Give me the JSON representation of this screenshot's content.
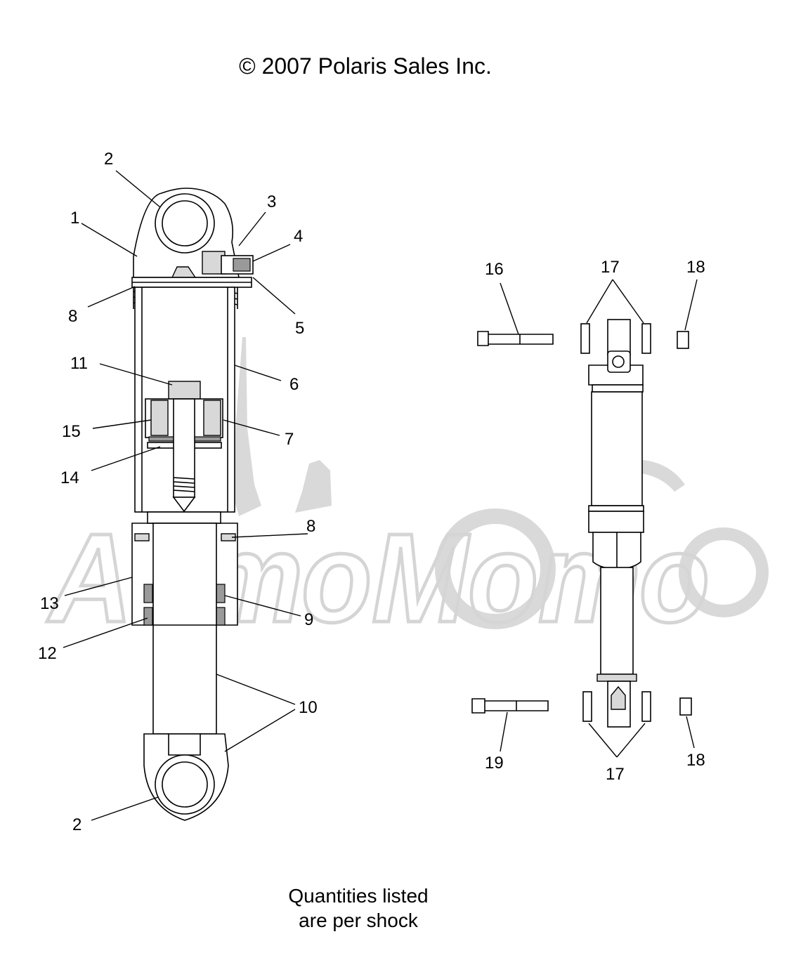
{
  "copyright": "© 2007 Polaris Sales Inc.",
  "note_line1": "Quantities listed",
  "note_line2": "are per shock",
  "watermark_text": "AвтоМото",
  "callouts": {
    "c1": "1",
    "c2a": "2",
    "c2b": "2",
    "c3": "3",
    "c4": "4",
    "c5": "5",
    "c6": "6",
    "c7": "7",
    "c8a": "8",
    "c8b": "8",
    "c9": "9",
    "c10": "10",
    "c11": "11",
    "c12": "12",
    "c13": "13",
    "c14": "14",
    "c15": "15",
    "c16": "16",
    "c17a": "17",
    "c17b": "17",
    "c18a": "18",
    "c18b": "18",
    "c19": "19"
  }
}
